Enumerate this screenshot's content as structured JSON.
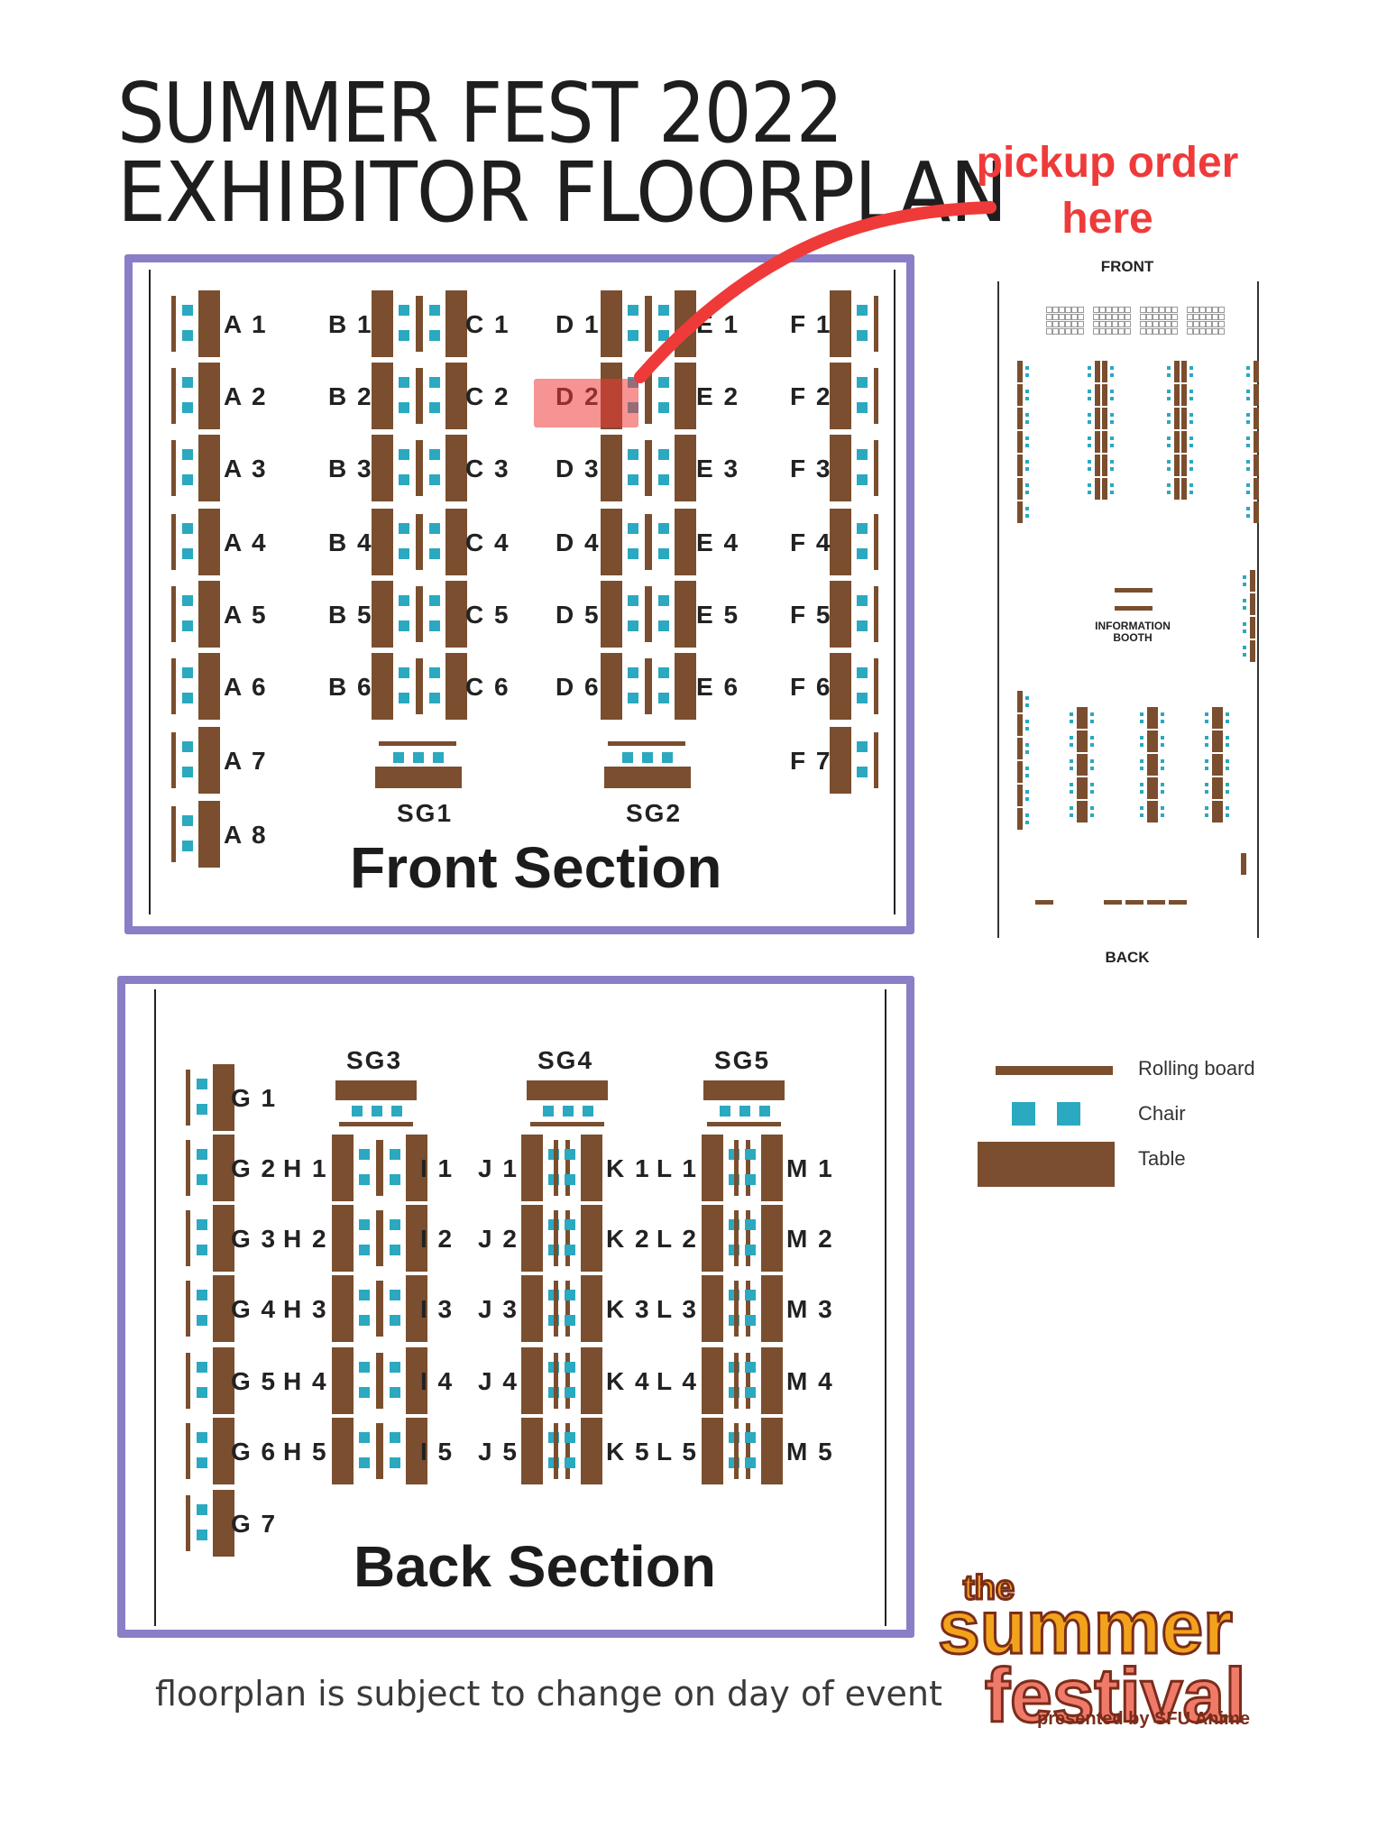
{
  "header": {
    "title_line1": "SUMMER FEST 2022",
    "title_line2": "EXHIBITOR FLOORPLAN",
    "annotation": "pickup order here",
    "highlighted_booth": "D 2"
  },
  "front_section": {
    "label": "Front Section",
    "columns": {
      "A": [
        "A 1",
        "A 2",
        "A 3",
        "A 4",
        "A 5",
        "A 6",
        "A 7",
        "A 8"
      ],
      "B": [
        "B 1",
        "B 2",
        "B 3",
        "B 4",
        "B 5",
        "B 6"
      ],
      "C": [
        "C 1",
        "C 2",
        "C 3",
        "C 4",
        "C 5",
        "C 6"
      ],
      "D": [
        "D 1",
        "D 2",
        "D 3",
        "D 4",
        "D 5",
        "D 6"
      ],
      "E": [
        "E 1",
        "E 2",
        "E 3",
        "E 4",
        "E 5",
        "E 6"
      ],
      "F": [
        "F 1",
        "F 2",
        "F 3",
        "F 4",
        "F 5",
        "F 6",
        "F 7"
      ]
    },
    "sg": [
      "SG1",
      "SG2"
    ]
  },
  "back_section": {
    "label": "Back Section",
    "columns": {
      "G": [
        "G 1",
        "G 2",
        "G 3",
        "G 4",
        "G 5",
        "G 6",
        "G 7"
      ],
      "H": [
        "H 1",
        "H 2",
        "H 3",
        "H 4",
        "H 5"
      ],
      "I": [
        "I 1",
        "I 2",
        "I 3",
        "I 4",
        "I 5"
      ],
      "J": [
        "J 1",
        "J 2",
        "J 3",
        "J 4",
        "J 5"
      ],
      "K": [
        "K 1",
        "K 2",
        "K 3",
        "K 4",
        "K 5"
      ],
      "L": [
        "L 1",
        "L 2",
        "L 3",
        "L 4",
        "L 5"
      ],
      "M": [
        "M 1",
        "M 2",
        "M 3",
        "M 4",
        "M 5"
      ]
    },
    "sg": [
      "SG3",
      "SG4",
      "SG5"
    ]
  },
  "overview": {
    "front_label": "FRONT",
    "back_label": "BACK",
    "info_booth_label": "INFORMATION BOOTH"
  },
  "legend": {
    "rolling_board": "Rolling board",
    "chair": "Chair",
    "table": "Table"
  },
  "footer": {
    "note": "floorplan is subject to change on day of event"
  },
  "logo": {
    "the": "the",
    "line1": "summer",
    "line2": "festival",
    "presented": "presented by SFU Anime"
  },
  "colors": {
    "frame": "#8a7ec6",
    "table": "#7a4e2e",
    "chair": "#2aa9c0",
    "highlight": "#ef3a3a"
  }
}
